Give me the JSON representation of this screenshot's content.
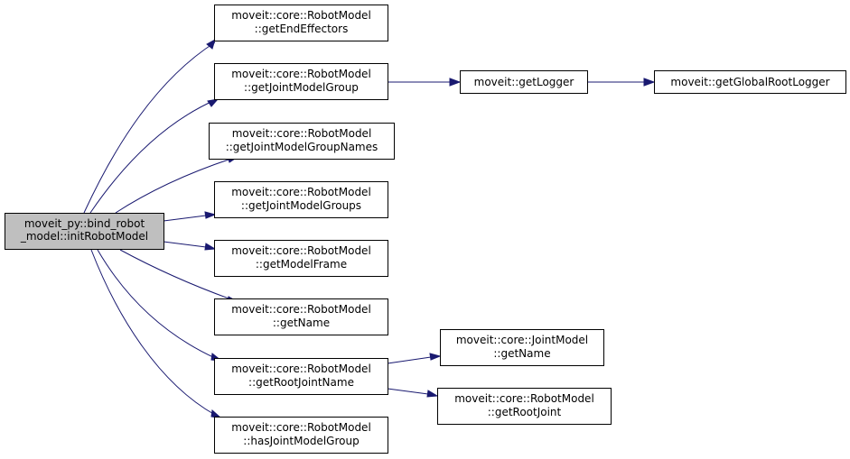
{
  "colors": {
    "edge": "#191970",
    "root_fill": "#bfbfbf",
    "node_fill": "#ffffff",
    "border": "#000000"
  },
  "nodes": {
    "root": {
      "line1": "moveit_py::bind_robot",
      "line2": "_model::initRobotModel"
    },
    "getEndEffectors": {
      "line1": "moveit::core::RobotModel",
      "line2": "::getEndEffectors"
    },
    "getJointModelGroup": {
      "line1": "moveit::core::RobotModel",
      "line2": "::getJointModelGroup"
    },
    "getJointModelGroupNames": {
      "line1": "moveit::core::RobotModel",
      "line2": "::getJointModelGroupNames"
    },
    "getJointModelGroups": {
      "line1": "moveit::core::RobotModel",
      "line2": "::getJointModelGroups"
    },
    "getModelFrame": {
      "line1": "moveit::core::RobotModel",
      "line2": "::getModelFrame"
    },
    "getName": {
      "line1": "moveit::core::RobotModel",
      "line2": "::getName"
    },
    "getRootJointName": {
      "line1": "moveit::core::RobotModel",
      "line2": "::getRootJointName"
    },
    "hasJointModelGroup": {
      "line1": "moveit::core::RobotModel",
      "line2": "::hasJointModelGroup"
    },
    "getLogger": {
      "line1": "moveit::getLogger"
    },
    "getGlobalRootLogger": {
      "line1": "moveit::getGlobalRootLogger"
    },
    "jointModelGetName": {
      "line1": "moveit::core::JointModel",
      "line2": "::getName"
    },
    "getRootJoint": {
      "line1": "moveit::core::RobotModel",
      "line2": "::getRootJoint"
    }
  }
}
